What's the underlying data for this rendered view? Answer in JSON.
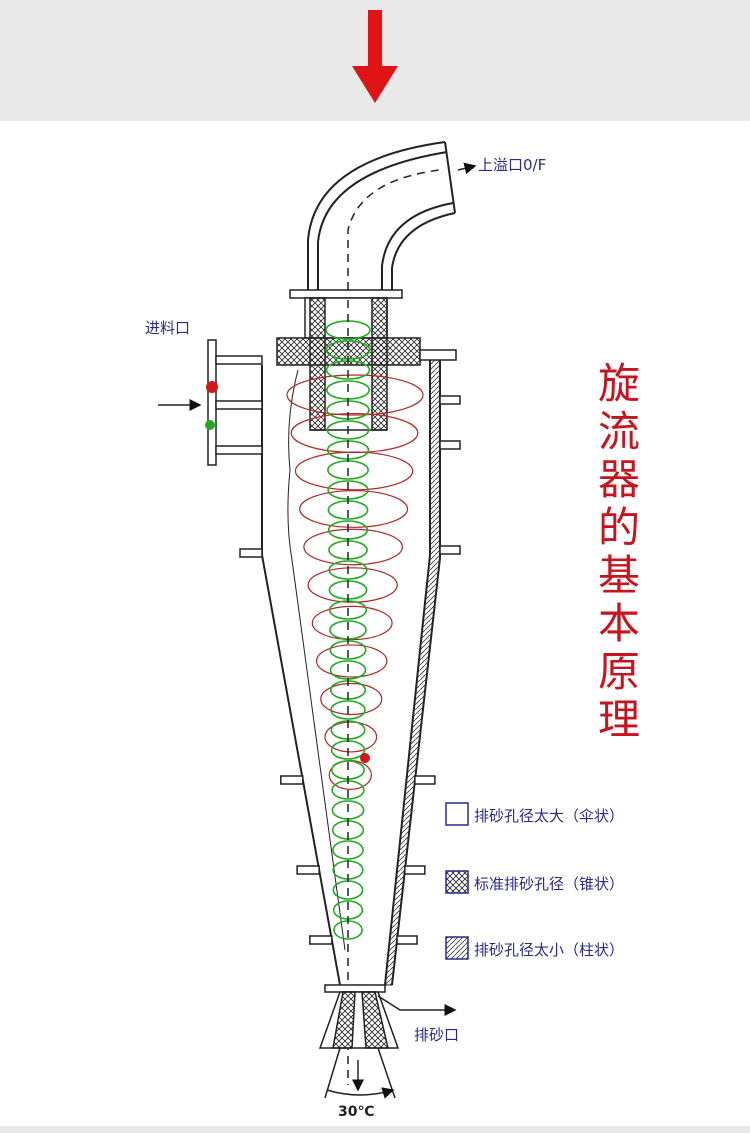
{
  "colors": {
    "arrow": "#e01414",
    "title": "#c8141e",
    "label": "#2a2a8c",
    "spiral_outer": "#b02828",
    "spiral_inner": "#22aa22"
  },
  "labels": {
    "overflow": "上溢口0/F",
    "inlet": "进料口",
    "underflow": "排砂口",
    "angle": "30℃"
  },
  "title_chars": [
    "旋",
    "流",
    "器",
    "的",
    "基",
    "本",
    "原",
    "理"
  ],
  "legend": [
    {
      "pattern": "empty",
      "text": "排砂孔径太大（伞状）"
    },
    {
      "pattern": "crosshatch",
      "text": "标准排砂孔径（锥状）"
    },
    {
      "pattern": "diagonal",
      "text": "排砂孔径太小（柱状）"
    }
  ]
}
